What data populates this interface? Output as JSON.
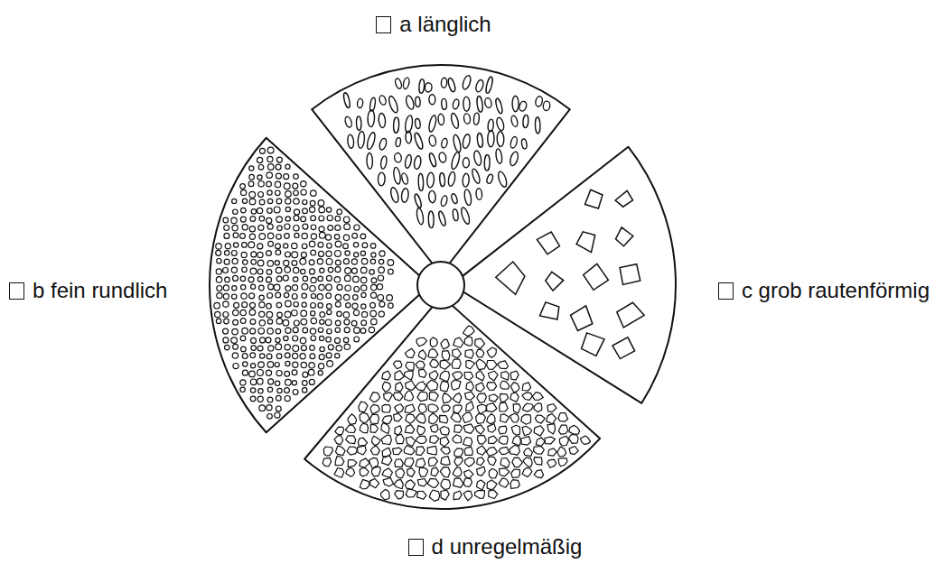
{
  "diagram": {
    "labels": [
      "a länglich",
      "b fein rundlich",
      "c grob rautenförmig",
      "d unregelmäßig"
    ]
  }
}
